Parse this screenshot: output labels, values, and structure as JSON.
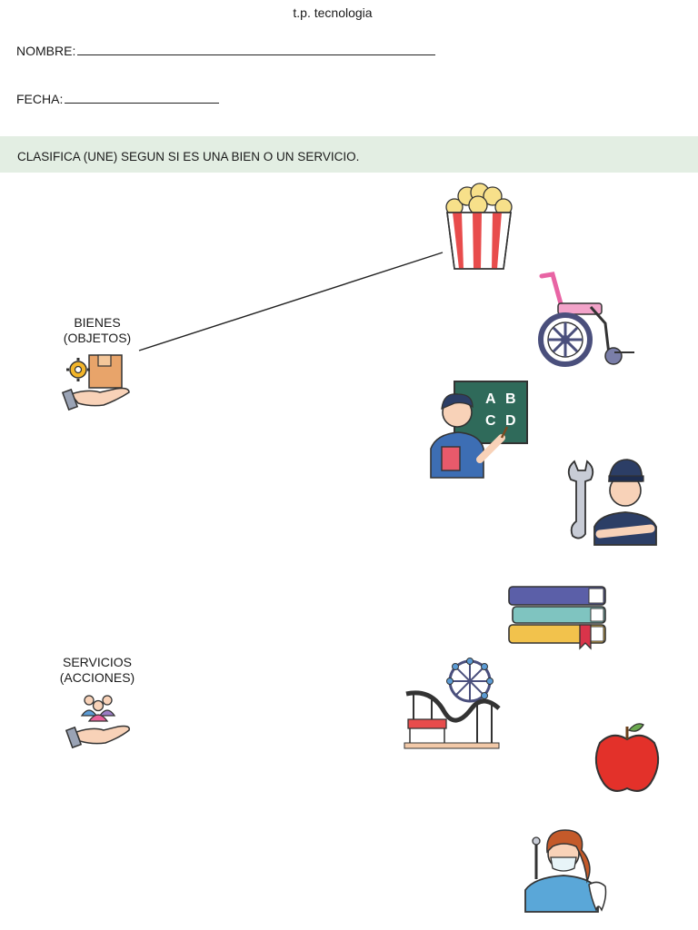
{
  "header": {
    "title": "t.p. tecnologia"
  },
  "form": {
    "name_label": "NOMBRE:",
    "date_label": "FECHA:"
  },
  "instruction": "CLASIFICA (UNE) SEGUN SI ES UNA BIEN O UN SERVICIO.",
  "categories": {
    "goods": {
      "title": "BIENES",
      "subtitle": "(OBJETOS)",
      "icon": "hand-box-gear-icon"
    },
    "services": {
      "title": "SERVICIOS",
      "subtitle": "(ACCIONES)",
      "icon": "hand-people-icon"
    }
  },
  "items": [
    {
      "icon": "popcorn-icon"
    },
    {
      "icon": "wheelchair-icon"
    },
    {
      "icon": "teacher-icon",
      "board_text": [
        "A",
        "B",
        "C",
        "D"
      ]
    },
    {
      "icon": "mechanic-icon"
    },
    {
      "icon": "books-icon"
    },
    {
      "icon": "amusement-park-icon"
    },
    {
      "icon": "apple-icon"
    },
    {
      "icon": "dentist-icon"
    }
  ],
  "colors": {
    "band": "#e3eee3",
    "apple_red": "#e3312a",
    "popcorn_stripe": "#e84c4c",
    "board_green": "#2f6a5a"
  }
}
